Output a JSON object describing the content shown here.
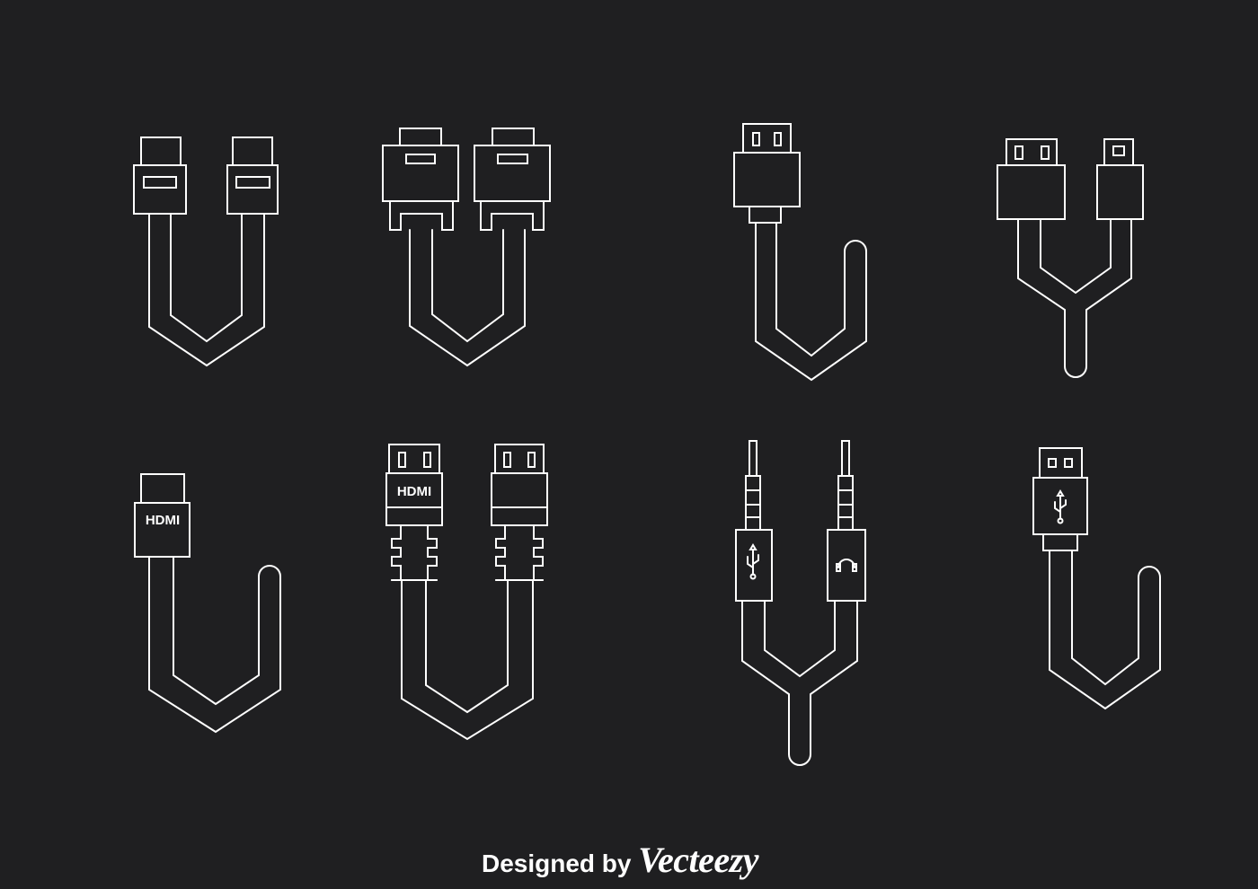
{
  "illustration": {
    "background": "#1f1f21",
    "stroke_color": "#ffffff",
    "labels": {
      "hdmi_single": "HDMI",
      "hdmi_pair": "HDMI"
    },
    "icons": [
      "usb-symbol-icon",
      "headphones-icon"
    ]
  },
  "credit": {
    "prefix": "Designed by",
    "brand": "Vecteezy"
  }
}
